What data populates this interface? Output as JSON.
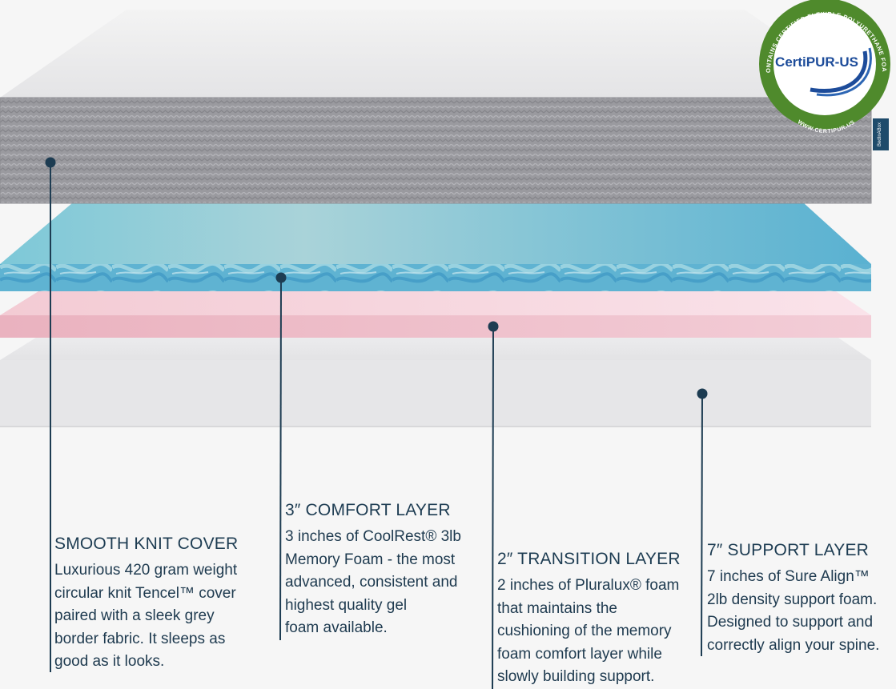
{
  "badge": {
    "brand": "CertiPUR-US",
    "ring_text": "CONTAINS CERTIFIED FLEXIBLE POLYURETHANE FOAM",
    "url": "WWW.CERTIPUR.US",
    "ring_color": "#4f8a2c"
  },
  "tag": {
    "text": "BedInABox"
  },
  "layers": {
    "cover_color": "#9b9ba0",
    "comfort_color": "#6fbcd1",
    "transition_color": "#f2c6d1",
    "support_color": "#e8e8ea"
  },
  "callouts": {
    "cover": {
      "title": "SMOOTH KNIT COVER",
      "lines": [
        "Luxurious 420 gram weight",
        "circular knit Tencel™ cover",
        "paired with a sleek grey",
        "border fabric. It sleeps as",
        "good as it looks."
      ]
    },
    "comfort": {
      "title": "3″ COMFORT LAYER",
      "lines": [
        "3 inches of CoolRest® 3lb",
        "Memory Foam - the most",
        "advanced, consistent and",
        "highest quality gel",
        "foam available."
      ]
    },
    "transition": {
      "title": "2″ TRANSITION LAYER",
      "lines": [
        "2 inches of Pluralux® foam",
        "that maintains the",
        "cushioning of the memory",
        "foam comfort layer while",
        "slowly building support."
      ]
    },
    "support": {
      "title": "7″ SUPPORT LAYER",
      "lines": [
        "7 inches of Sure Align™",
        "2lb density support foam.",
        "Designed to support and",
        "correctly align your spine."
      ]
    }
  },
  "accent_color": "#1d3c52"
}
